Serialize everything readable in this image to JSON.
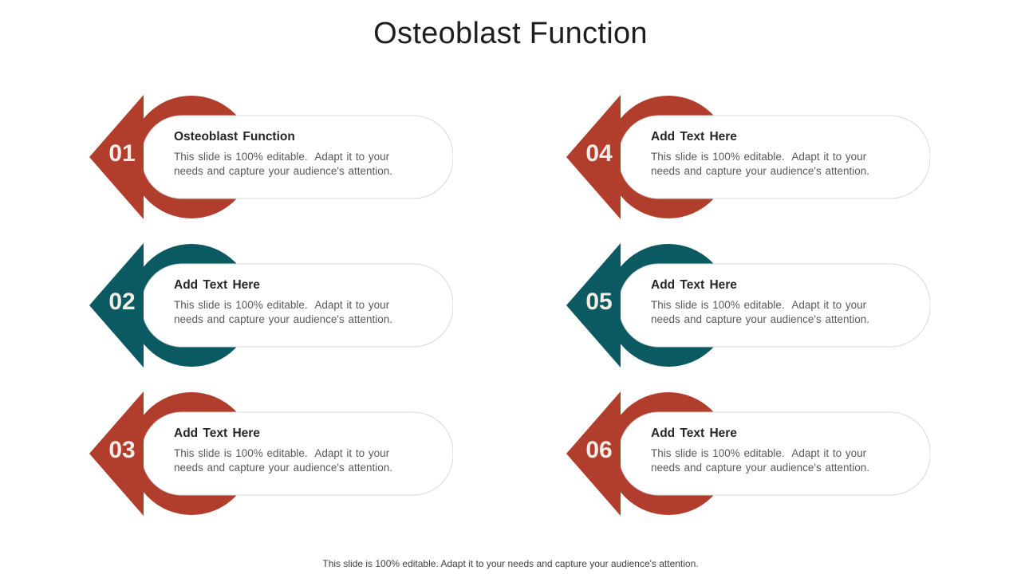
{
  "slide": {
    "title": "Osteoblast Function",
    "footer": "This slide is 100% editable. Adapt it to your needs and capture your audience's attention.",
    "colors": {
      "red": "#b13d2d",
      "teal": "#0b5a61",
      "card_border": "#d9d9d9",
      "number_text": "#f2eee6"
    },
    "items": [
      {
        "number": "01",
        "color": "red",
        "column": "left",
        "row": 1,
        "title": "Osteoblast Function",
        "body_line1": "This slide is 100% editable.  Adapt it to your",
        "body_line2": "needs and capture your audience's attention."
      },
      {
        "number": "02",
        "color": "teal",
        "column": "left",
        "row": 2,
        "title": "Add Text Here",
        "body_line1": "This slide is 100% editable.  Adapt it to your",
        "body_line2": "needs and capture your audience's attention."
      },
      {
        "number": "03",
        "color": "red",
        "column": "left",
        "row": 3,
        "title": "Add Text Here",
        "body_line1": "This slide is 100% editable.  Adapt it to your",
        "body_line2": "needs and capture your audience's attention."
      },
      {
        "number": "04",
        "color": "red",
        "column": "right",
        "row": 1,
        "title": "Add Text Here",
        "body_line1": "This slide is 100% editable.  Adapt it to your",
        "body_line2": "needs and capture your audience's attention."
      },
      {
        "number": "05",
        "color": "teal",
        "column": "right",
        "row": 2,
        "title": "Add Text Here",
        "body_line1": "This slide is 100% editable.  Adapt it to your",
        "body_line2": "needs and capture your audience's attention."
      },
      {
        "number": "06",
        "color": "red",
        "column": "right",
        "row": 3,
        "title": "Add Text Here",
        "body_line1": "This slide is 100% editable.  Adapt it to your",
        "body_line2": "needs and capture your audience's attention."
      }
    ]
  }
}
